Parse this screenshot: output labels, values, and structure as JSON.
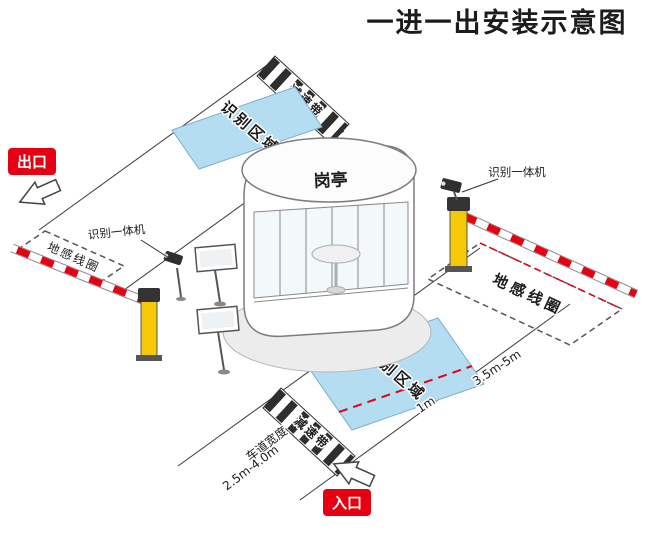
{
  "title": "一进一出安装示意图",
  "colors": {
    "accent_red": "#e60012",
    "zone_blue": "#b5ddf2",
    "barrier_yellow": "#f6c80a"
  },
  "badges": {
    "exit": "出口",
    "entrance": "入口"
  },
  "booth": {
    "label": "岗亭"
  },
  "zones": {
    "top_label": "识别区域",
    "bottom_label": "识别区域"
  },
  "speed_bumps": {
    "top_label": "减速带",
    "bottom_label": "减速带"
  },
  "ground_coils": {
    "left_label": "地感线圈",
    "right_label": "地感线圈"
  },
  "readers": {
    "left_label": "识别一体机",
    "right_label": "识别一体机"
  },
  "dimensions": {
    "barrier_to_zone": "3.5m-5m",
    "zone_offset": "1m",
    "lane_width_title": "车道宽度",
    "lane_width_range": "2.5m-4.0m"
  }
}
